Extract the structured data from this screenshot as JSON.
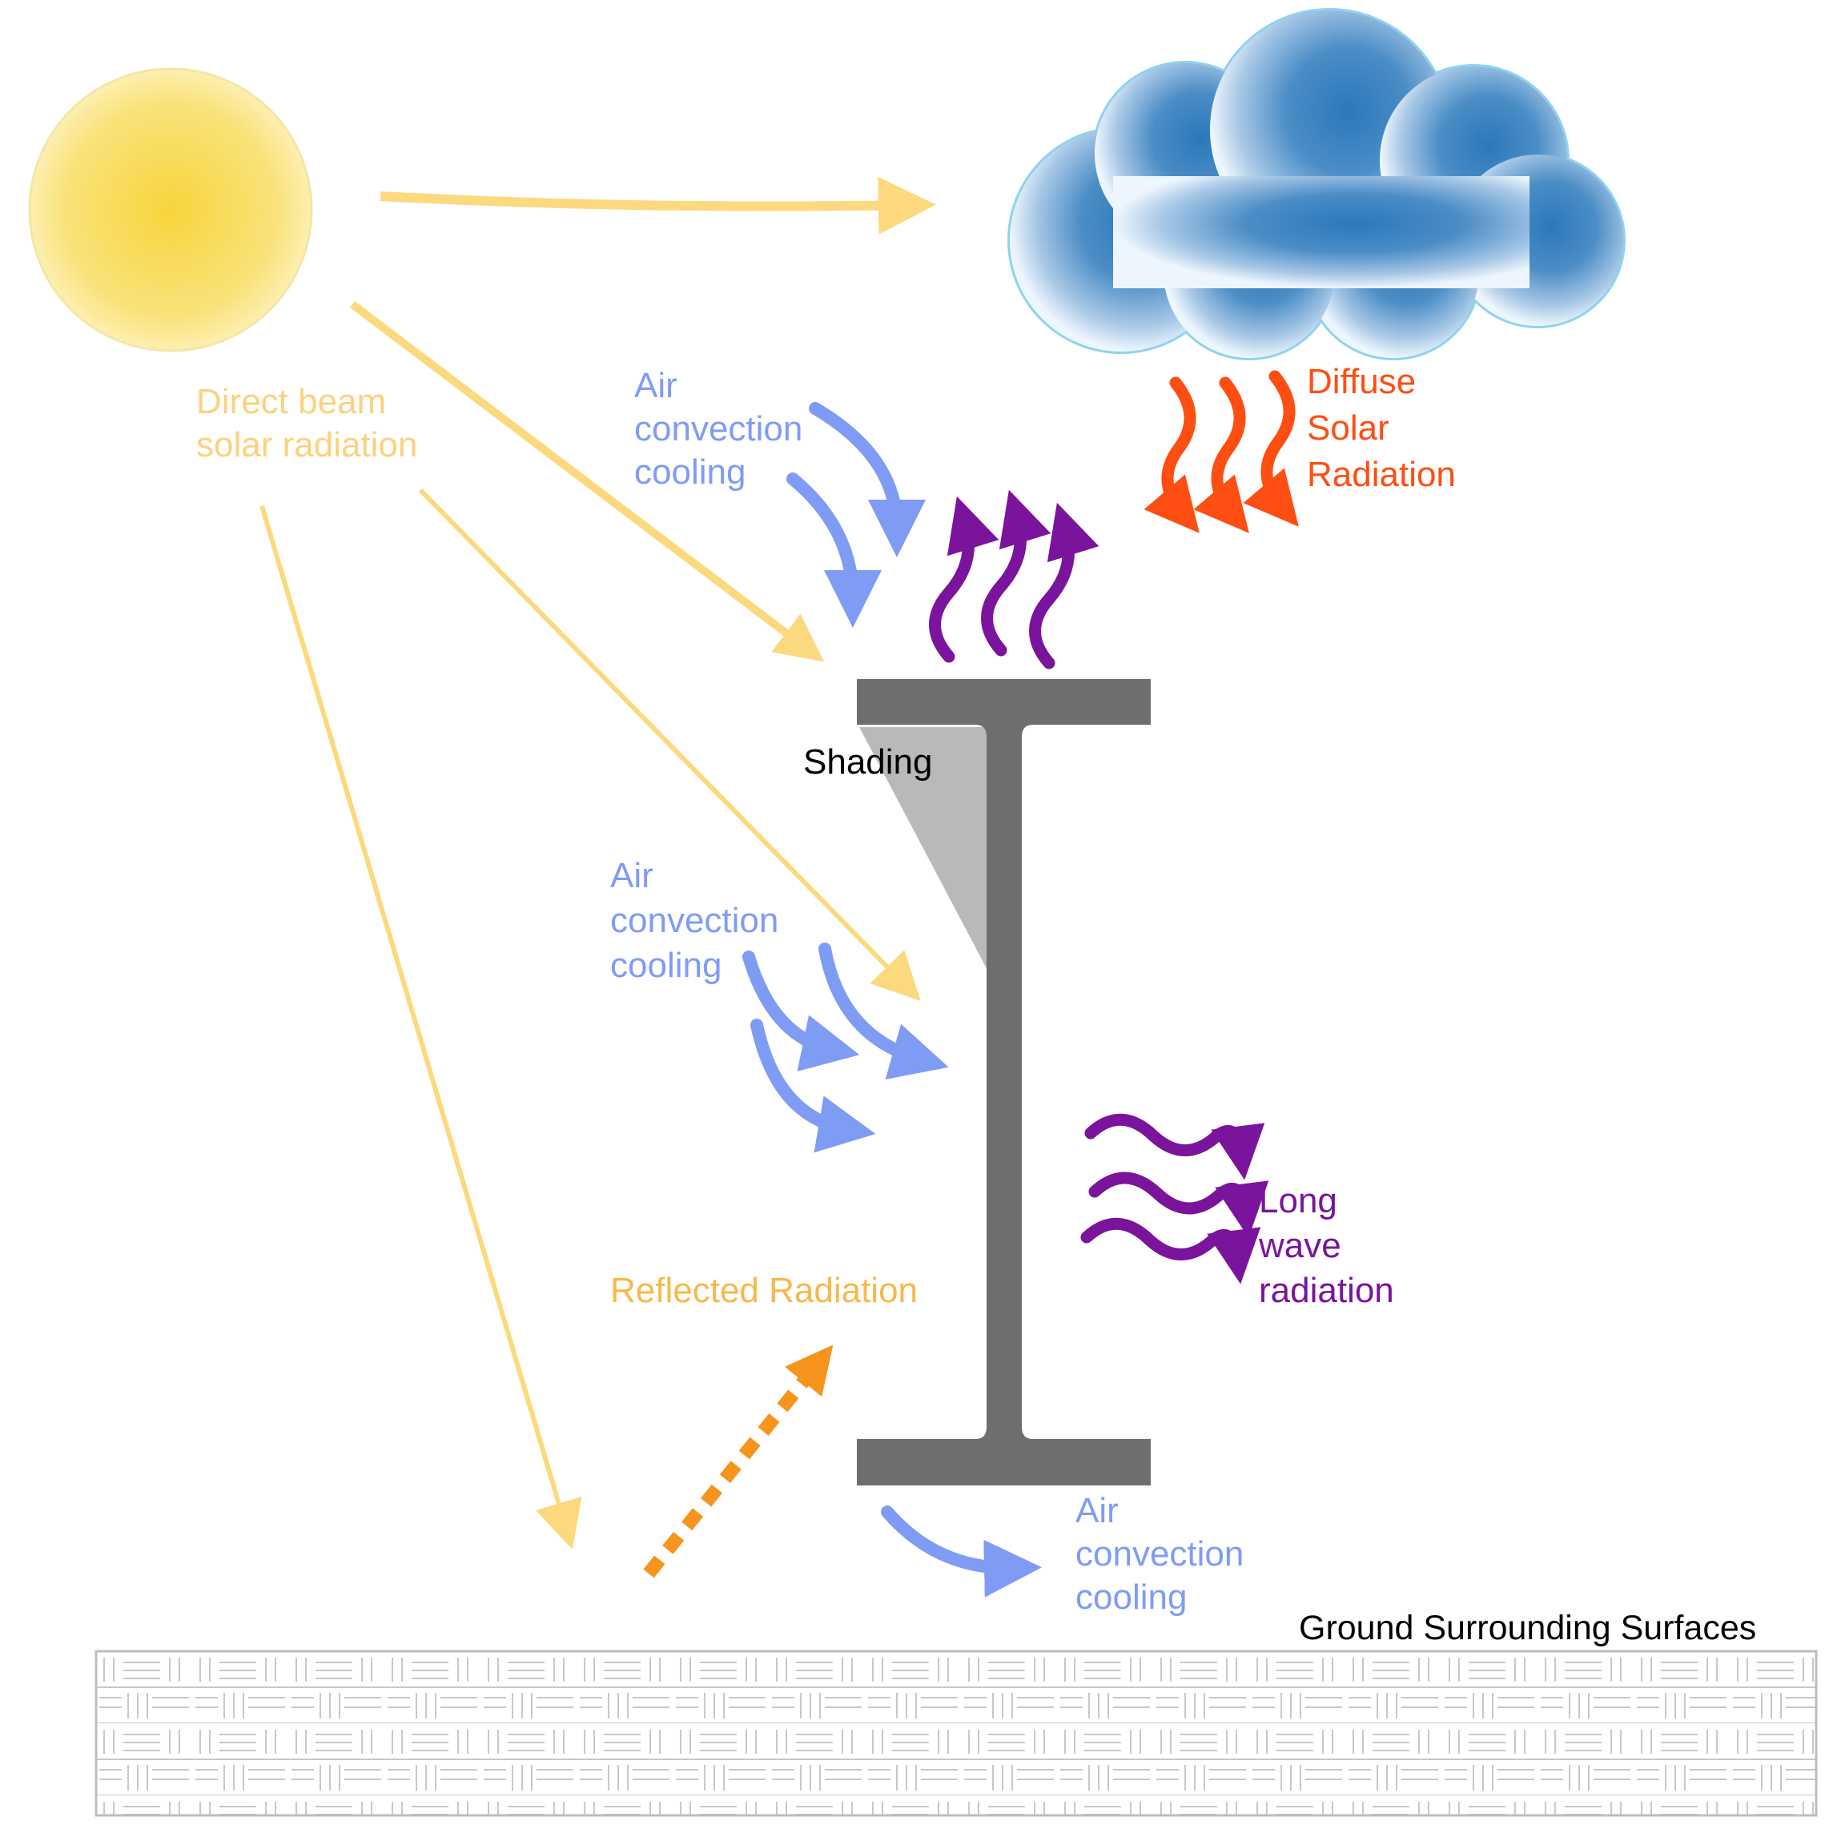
{
  "labels": {
    "direct_beam": [
      "Direct beam",
      "solar radiation"
    ],
    "air_top": [
      "Air",
      "convection",
      "cooling"
    ],
    "diffuse": [
      "Diffuse",
      "Solar",
      "Radiation"
    ],
    "shading": "Shading",
    "air_mid": [
      "Air",
      "convection",
      "cooling"
    ],
    "long_wave": [
      "Long",
      "wave",
      "radiation"
    ],
    "reflected": "Reflected Radiation",
    "air_bottom": [
      "Air",
      "convection",
      "cooling"
    ],
    "ground": "Ground Surrounding Surfaces"
  },
  "colors": {
    "sun": "#f7d53c",
    "sun_ray": "#fcd97e",
    "cloud": "#2a78bb",
    "cloud_outline": "#8fd3ee",
    "air_convection": "#7f9cf5",
    "diffuse_radiation": "#ff4e12",
    "long_wave_radiation": "#7a149c",
    "reflected_radiation": "#f7941d",
    "steel_beam": "#6e6e6e",
    "shading": "#b9b9b9",
    "ground_pattern": "#c8c8c8"
  },
  "icons": [
    "sun-icon",
    "cloud-icon",
    "i-beam-icon",
    "ground-pattern-icon"
  ]
}
